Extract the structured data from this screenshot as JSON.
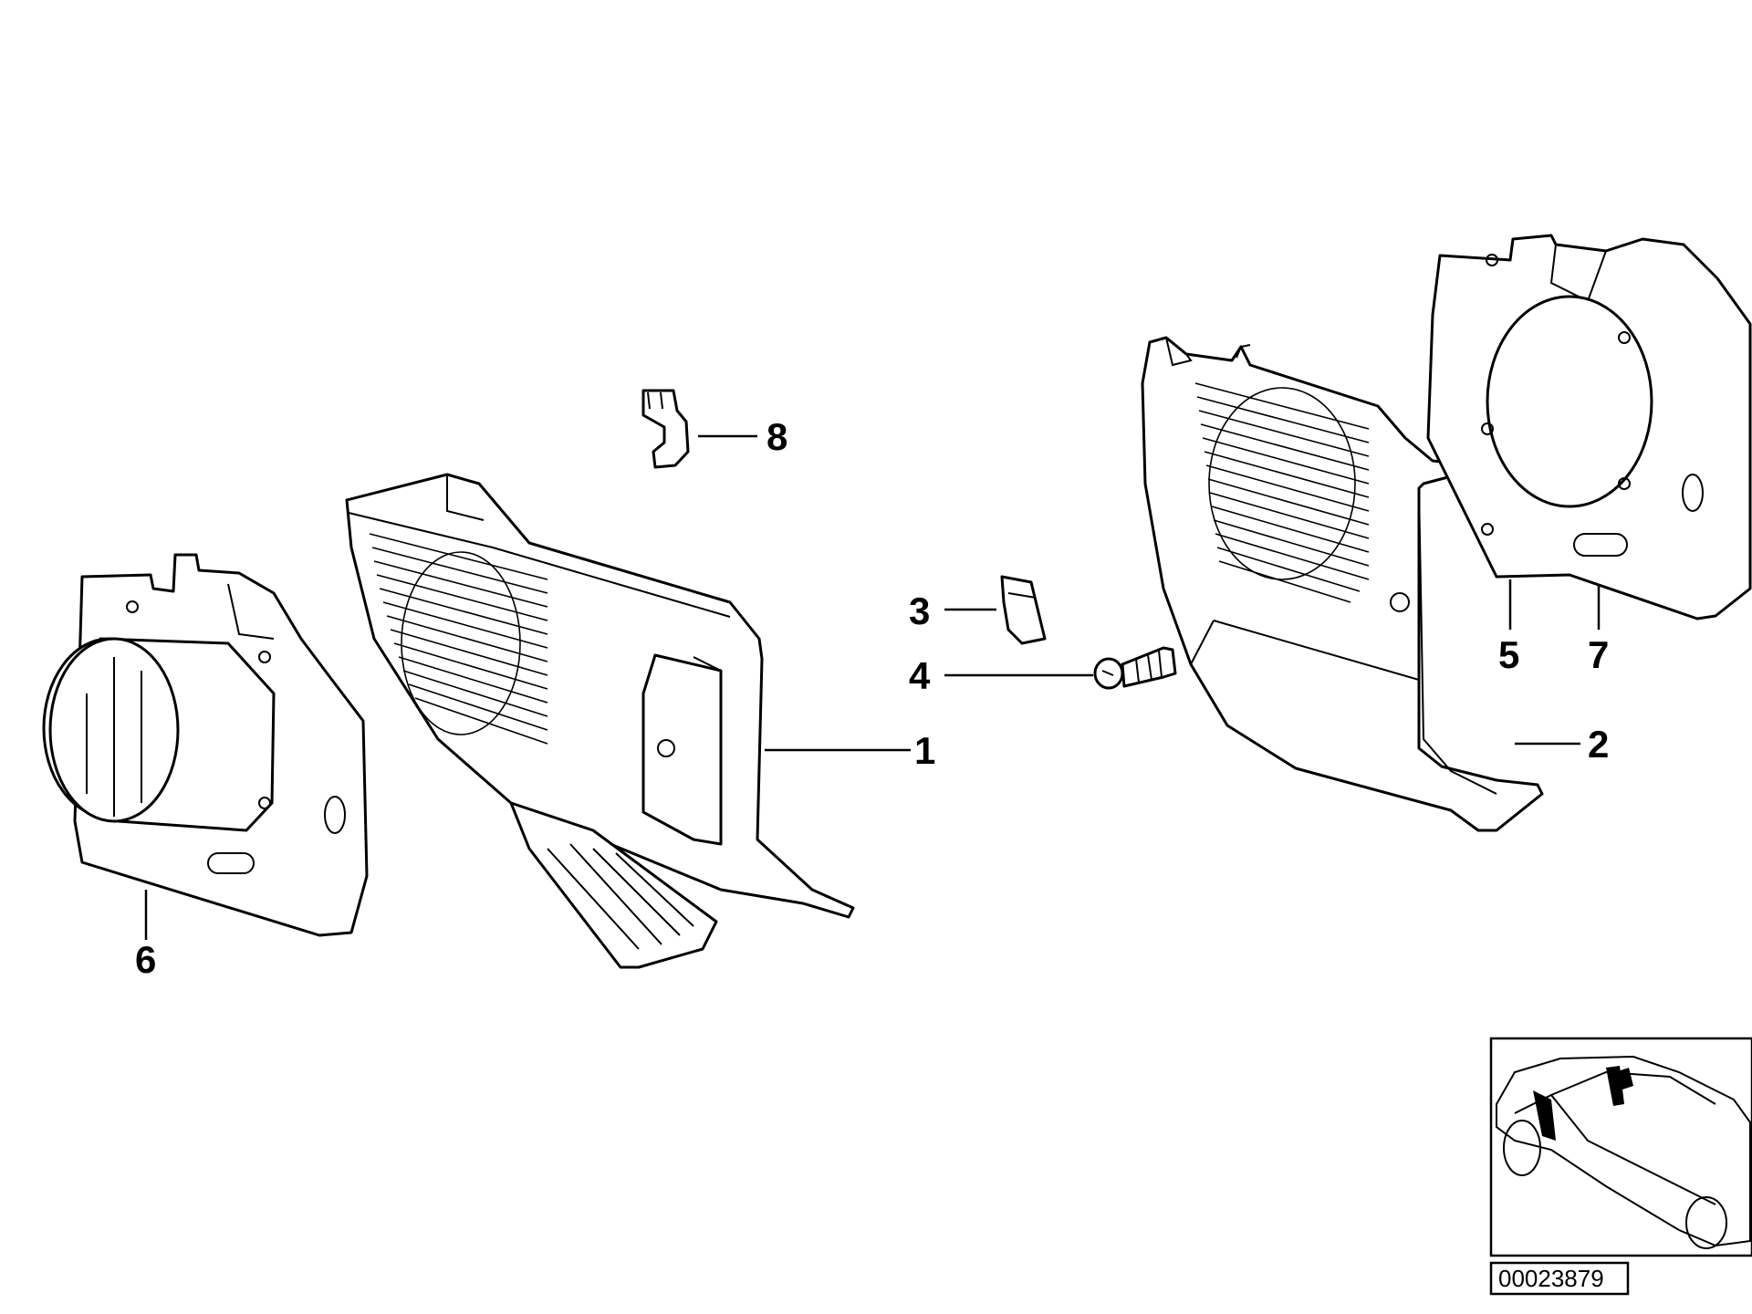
{
  "diagram": {
    "callouts": {
      "c1": "1",
      "c2": "2",
      "c3": "3",
      "c4": "4",
      "c5": "5",
      "c6": "6",
      "c7": "7",
      "c8": "8"
    },
    "reference_number": "00023879"
  }
}
